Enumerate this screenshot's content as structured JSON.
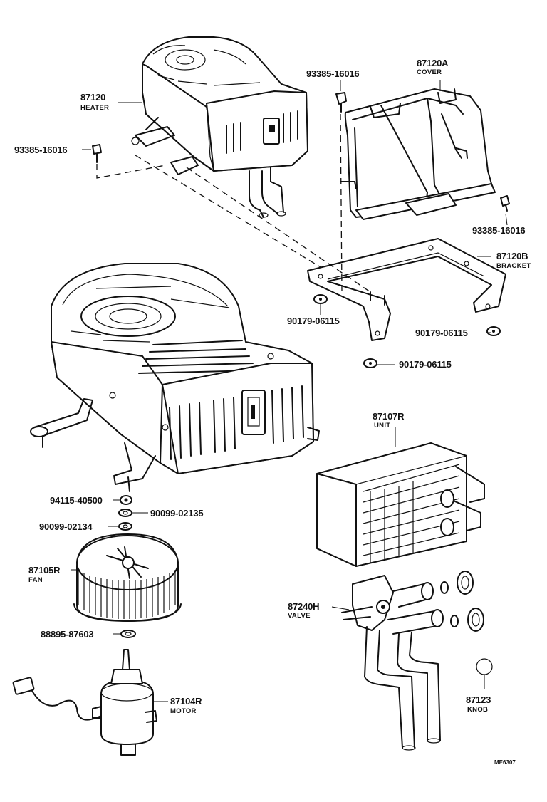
{
  "callouts": [
    {
      "id": "87120",
      "part_no": "87120",
      "name": "HEATER"
    },
    {
      "id": "87120A",
      "part_no": "87120A",
      "name": "COVER"
    },
    {
      "id": "93385-top",
      "part_no": "93385-16016",
      "name": ""
    },
    {
      "id": "93385-left",
      "part_no": "93385-16016",
      "name": ""
    },
    {
      "id": "93385-right",
      "part_no": "93385-16016",
      "name": ""
    },
    {
      "id": "87120B",
      "part_no": "87120B",
      "name": "BRACKET"
    },
    {
      "id": "90179-a",
      "part_no": "90179-06115",
      "name": ""
    },
    {
      "id": "90179-b",
      "part_no": "90179-06115",
      "name": ""
    },
    {
      "id": "90179-c",
      "part_no": "90179-06115",
      "name": ""
    },
    {
      "id": "87107R",
      "part_no": "87107R",
      "name": "UNIT"
    },
    {
      "id": "94115",
      "part_no": "94115-40500",
      "name": ""
    },
    {
      "id": "90099-2135",
      "part_no": "90099-02135",
      "name": ""
    },
    {
      "id": "90099-2134",
      "part_no": "90099-02134",
      "name": ""
    },
    {
      "id": "87105R",
      "part_no": "87105R",
      "name": "FAN"
    },
    {
      "id": "87240H",
      "part_no": "87240H",
      "name": "VALVE"
    },
    {
      "id": "88895",
      "part_no": "88895-87603",
      "name": ""
    },
    {
      "id": "87104R",
      "part_no": "87104R",
      "name": "MOTOR"
    },
    {
      "id": "87123",
      "part_no": "87123",
      "name": "KNOB"
    }
  ],
  "diagram_code": "ME6307"
}
